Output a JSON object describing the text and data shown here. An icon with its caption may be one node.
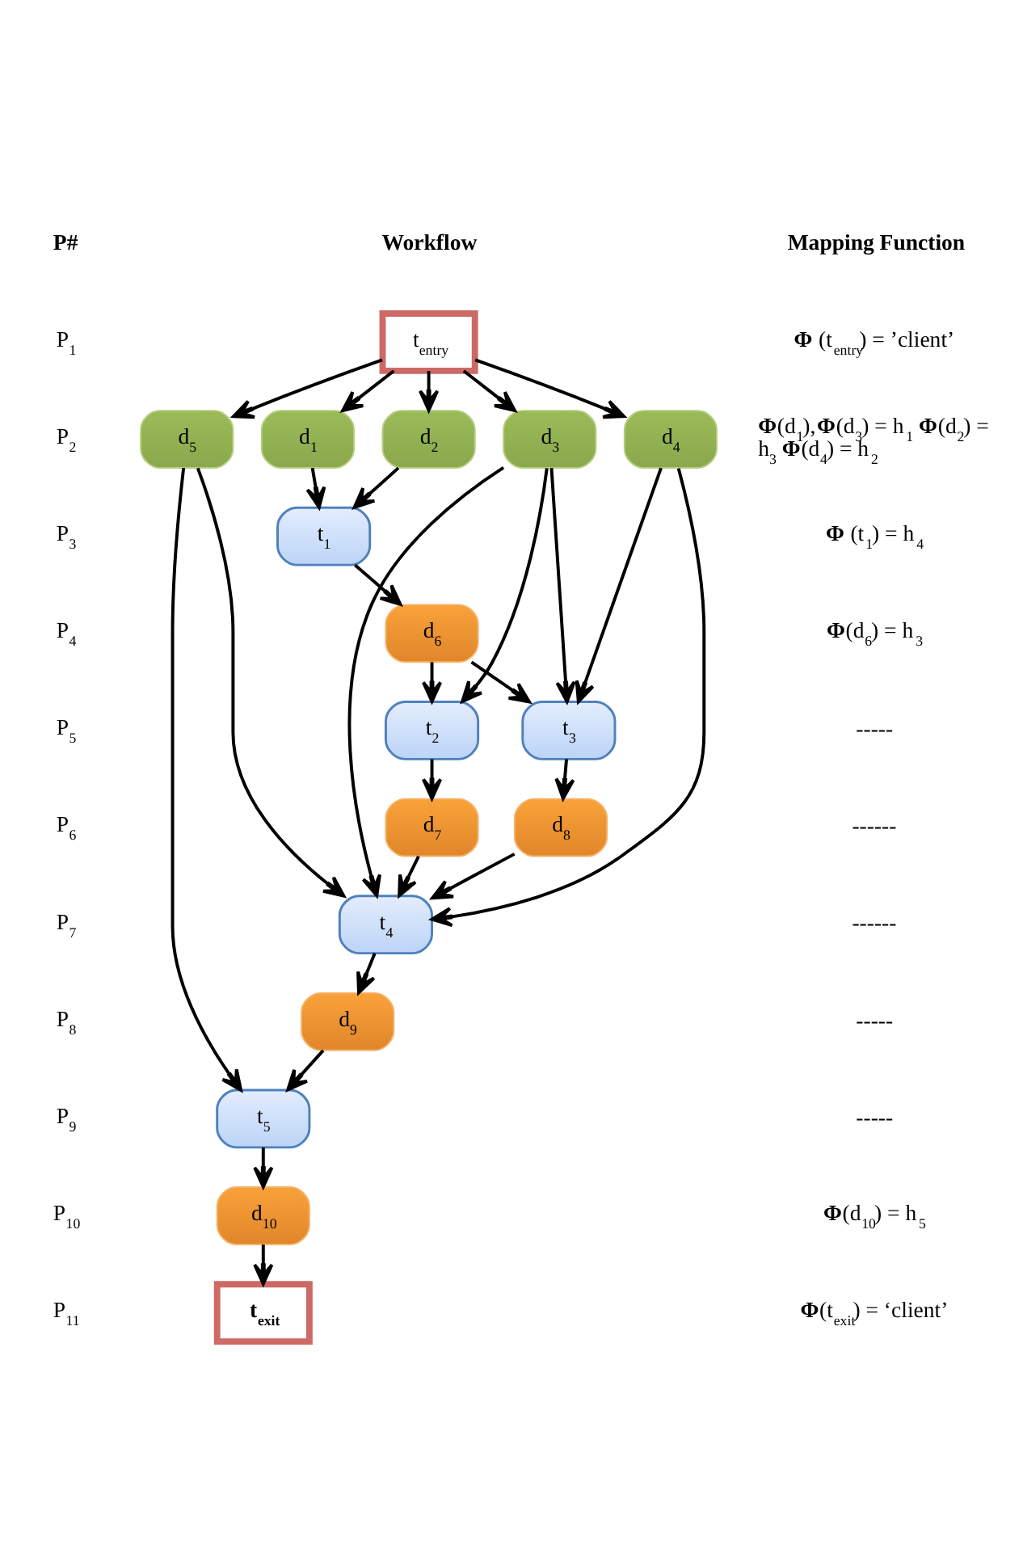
{
  "diagram": {
    "nodes": [
      {
        "text": [
          "t$_{entry}$"
        ]
      },
      {
        "text": [
          "d$_{5}$"
        ]
      },
      {
        "text": [
          "d$_{1}$"
        ]
      },
      {
        "text": [
          "d$_{2}$"
        ]
      },
      {
        "text": [
          "d$_{3}$"
        ]
      },
      {
        "text": [
          "d$_{4}$"
        ]
      },
      {
        "text": [
          "t$_{1}$"
        ]
      },
      {
        "text": [
          "d$_{6}$"
        ]
      },
      {
        "text": [
          "t$_{2}$"
        ]
      },
      {
        "text": [
          "t$_{3}$"
        ]
      },
      {
        "text": [
          "d$_{7}$"
        ]
      },
      {
        "text": [
          "d$_{8}$"
        ]
      },
      {
        "text": [
          "t$_{4}$"
        ]
      },
      {
        "text": [
          "d$_{9}$"
        ]
      },
      {
        "text": [
          "t$_{5}$"
        ]
      },
      {
        "text": [
          "d$_{10}$"
        ]
      },
      {
        "text": [
          "t$_{exit}$"
        ]
      }
    ],
    "edges": [
      {
        "from": 0,
        "to": 1,
        "arrow": "to"
      },
      {
        "from": 0,
        "to": 2,
        "arrow": "to"
      },
      {
        "from": 0,
        "to": 3,
        "arrow": "to"
      },
      {
        "from": 0,
        "to": 4,
        "arrow": "to"
      },
      {
        "from": 0,
        "to": 5,
        "arrow": "to"
      },
      {
        "from": 2,
        "to": 6,
        "arrow": "to"
      },
      {
        "from": 3,
        "to": 6,
        "arrow": "to"
      },
      {
        "from": 6,
        "to": 7,
        "arrow": "to"
      },
      {
        "from": 7,
        "to": 8,
        "arrow": "to"
      },
      {
        "from": 4,
        "to": 8,
        "arrow": "to"
      },
      {
        "from": 7,
        "to": 9,
        "arrow": "to"
      },
      {
        "from": 4,
        "to": 9,
        "arrow": "to"
      },
      {
        "from": 5,
        "to": 9,
        "arrow": "to"
      },
      {
        "from": 8,
        "to": 10,
        "arrow": "to"
      },
      {
        "from": 9,
        "to": 11,
        "arrow": "to"
      },
      {
        "from": 10,
        "to": 12,
        "arrow": "to"
      },
      {
        "from": 11,
        "to": 12,
        "arrow": "to"
      },
      {
        "from": 1,
        "to": 12,
        "arrow": "to"
      },
      {
        "from": 4,
        "to": 12,
        "arrow": "to"
      },
      {
        "from": 5,
        "to": 12,
        "arrow": "to"
      },
      {
        "from": 12,
        "to": 13,
        "arrow": "to"
      },
      {
        "from": 13,
        "to": 14,
        "arrow": "to"
      },
      {
        "from": 1,
        "to": 14,
        "arrow": "to"
      },
      {
        "from": 14,
        "to": 15,
        "arrow": "to"
      },
      {
        "from": 15,
        "to": 16,
        "arrow": "to"
      }
    ],
    "labels": [
      "P#",
      "Workflow",
      "Mapping Function",
      "P$_{1}$",
      "**Φ** (t$_{entry}$) = ’client’",
      "P$_{2}$",
      "**Φ**(d$_{1}$),**Φ**(d$_{3}$) = h$_{1}$ **Φ**(d$_{2}$) = h$_{3}$ **Φ**(d$_{4}$) = h$_{2}$",
      "P$_{3}$",
      "**Φ** (t$_{1}$) = h$_{4}$",
      "P$_{4}$",
      "**Φ**(d$_{6}$) = h$_{3}$",
      "P$_{5}$",
      "-----",
      "P$_{6}$",
      "------",
      "P$_{7}$",
      "------",
      "P$_{8}$",
      "-----",
      "P$_{9}$",
      "-----",
      "P$_{10}$",
      "**Φ**(d$_{10}$) = h$_{5}$",
      "P$_{11}$",
      "**Φ**(t$_{exit}$) = ‘client’"
    ]
  }
}
